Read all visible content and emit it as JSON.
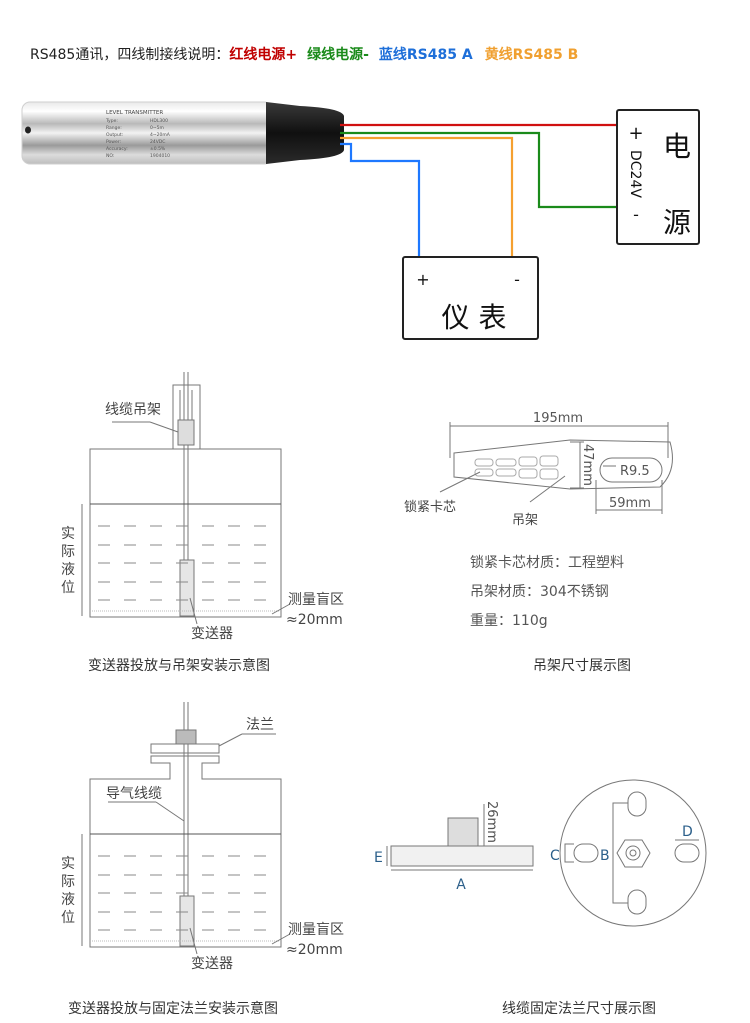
{
  "header": {
    "intro": "RS485通讯，四线制接线说明：",
    "red": "红线电源+",
    "green": "绿线电源-",
    "blue": "蓝线RS485 A",
    "yellow": "黄线RS485 B"
  },
  "colors": {
    "red": "#d01010",
    "green": "#1a8a1a",
    "blue": "#1e78ff",
    "yellow": "#f5a030",
    "line": "#888888"
  },
  "wiring": {
    "transmitter_label": {
      "title": "LEVEL TRANSMITTER",
      "rows": [
        "Type:",
        "Range:",
        "Output:",
        "Power:",
        "Accuracy:",
        "NO:"
      ],
      "values": [
        "HDL300",
        "0~5m",
        "4~20mA",
        "24VDC",
        "±0.5%",
        "1904010"
      ]
    },
    "power": {
      "title_top": "电",
      "title_bottom": "源",
      "plus": "+",
      "minus": "-",
      "voltage": "DC24V"
    },
    "meter": {
      "title": "仪 表",
      "plus": "+",
      "minus": "-"
    }
  },
  "diagram_hanger_install": {
    "hanger_label": "线缆吊架",
    "level_label": "实际液位",
    "blind_zone_label": "测量盲区",
    "blind_zone_value": "≈20mm",
    "transmitter_label": "变送器",
    "caption": "变送器投放与吊架安装示意图"
  },
  "diagram_hanger_size": {
    "length": "195mm",
    "height": "47mm",
    "radius": "R9.5",
    "loop": "59mm",
    "lock_label": "锁紧卡芯",
    "hanger_label": "吊架",
    "specs": [
      "锁紧卡芯材质：工程塑料",
      "吊架材质：304不锈钢",
      "重量：110g"
    ],
    "caption": "吊架尺寸展示图"
  },
  "diagram_flange_install": {
    "flange_label": "法兰",
    "cable_label": "导气线缆",
    "level_label": "实际液位",
    "blind_zone_label": "测量盲区",
    "blind_zone_value": "≈20mm",
    "transmitter_label": "变送器",
    "caption": "变送器投放与固定法兰安装示意图"
  },
  "diagram_flange_size": {
    "height": "26mm",
    "dim_a": "A",
    "dim_b": "B",
    "dim_c": "C",
    "dim_d": "D",
    "dim_e": "E",
    "caption": "线缆固定法兰尺寸展示图"
  }
}
